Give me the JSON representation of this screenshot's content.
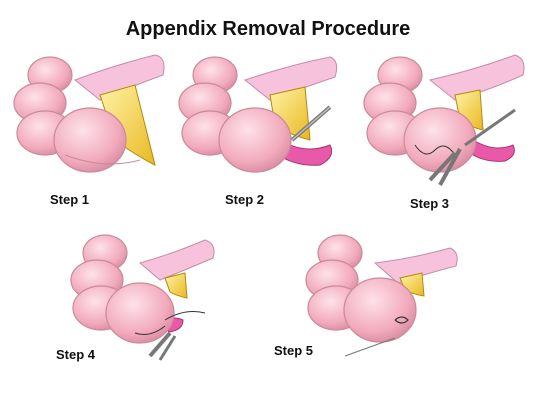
{
  "title": "Appendix Removal Procedure",
  "steps": [
    {
      "label": "Step 1"
    },
    {
      "label": "Step 2"
    },
    {
      "label": "Step 3"
    },
    {
      "label": "Step 4"
    },
    {
      "label": "Step 5"
    }
  ],
  "colors": {
    "colon": "#f5b8c6",
    "colon_dark": "#c98a9a",
    "ileum": "#f7c3dc",
    "appendix": "#e85aa8",
    "mesentery": "#f2d24a",
    "instrument": "#8f8f8f"
  }
}
